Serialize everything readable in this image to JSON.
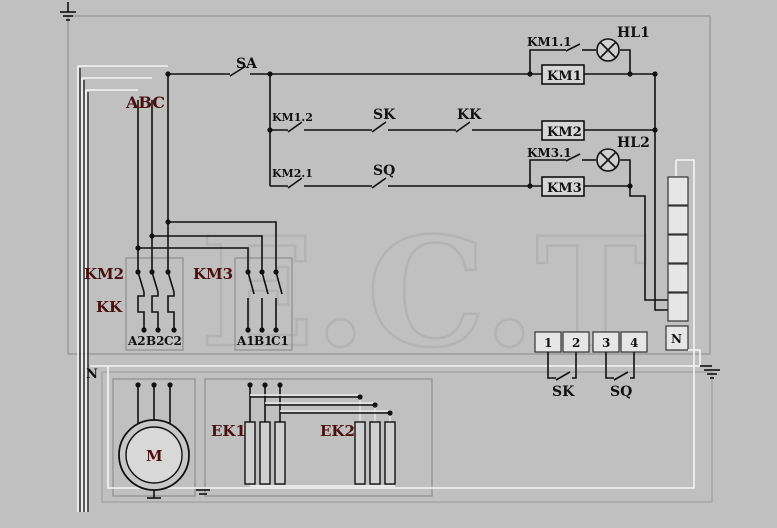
{
  "colors": {
    "background": "#c0c0c0",
    "wire": "#111111",
    "neutral": "#f4f4f4",
    "label": "#4a0f0f"
  },
  "watermark": "E.C.T",
  "labels": {
    "sa": "SA",
    "abc": "ABC",
    "km11": "KM1.1",
    "hl1": "HL1",
    "km1": "KM1",
    "km12": "KM1.2",
    "sk_top": "SK",
    "kk_top": "KK",
    "km2_coil": "KM2",
    "km31": "KM3.1",
    "hl2": "HL2",
    "km21": "KM2.1",
    "sq_top": "SQ",
    "km3_coil": "KM3",
    "km2": "KM2",
    "kk": "KK",
    "km3": "KM3",
    "a2": "A2",
    "b2": "B2",
    "c2": "C2",
    "a1": "A1",
    "b1": "B1",
    "c1": "C1",
    "n_left": "N",
    "n_right": "N",
    "t1": "1",
    "t2": "2",
    "t3": "3",
    "t4": "4",
    "sk_bot": "SK",
    "sq_bot": "SQ",
    "motor": "M",
    "ek1": "EK1",
    "ek2": "EK2"
  },
  "icons": [
    "ground-icon",
    "lamp-icon",
    "motor-icon",
    "heater-icon",
    "switch-icon"
  ]
}
